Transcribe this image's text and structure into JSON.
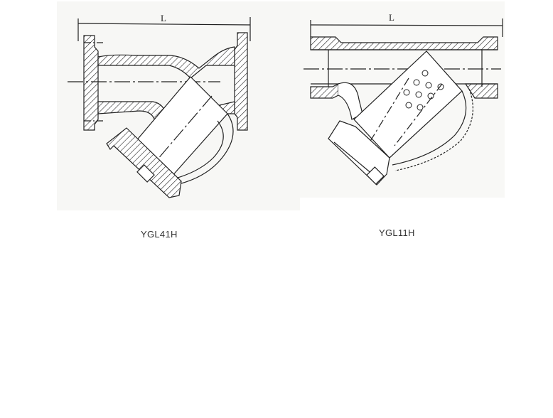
{
  "figures": [
    {
      "model": "YGL41H",
      "dimension_label": "L"
    },
    {
      "model": "YGL11H",
      "dimension_label": "L"
    }
  ],
  "colors": {
    "line": "#222222",
    "panel": "#f7f7f5"
  }
}
